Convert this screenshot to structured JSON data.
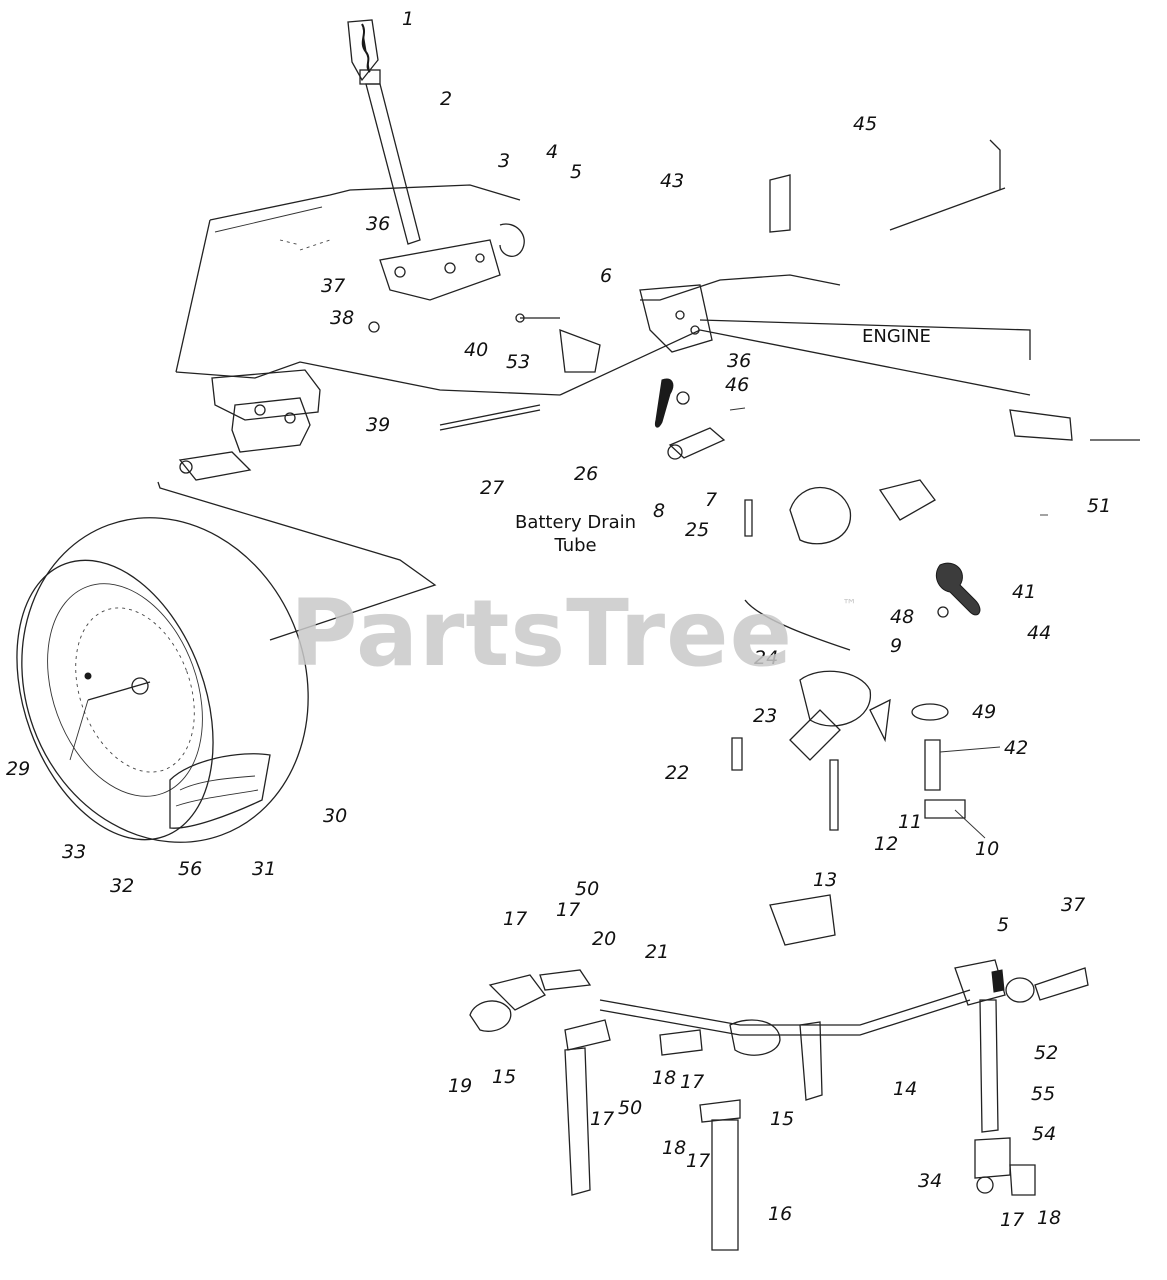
{
  "watermark": {
    "text": "PartsTree",
    "tm": "™"
  },
  "labels": {
    "engine": "ENGINE",
    "battery_drain_tube": "Battery Drain\nTube"
  },
  "callouts": [
    {
      "n": "1"
    },
    {
      "n": "2"
    },
    {
      "n": "3"
    },
    {
      "n": "4"
    },
    {
      "n": "5"
    },
    {
      "n": "45"
    },
    {
      "n": "43"
    },
    {
      "n": "36"
    },
    {
      "n": "37"
    },
    {
      "n": "6"
    },
    {
      "n": "38"
    },
    {
      "n": "40"
    },
    {
      "n": "53"
    },
    {
      "n": "36"
    },
    {
      "n": "46"
    },
    {
      "n": "39"
    },
    {
      "n": "26"
    },
    {
      "n": "27"
    },
    {
      "n": "8"
    },
    {
      "n": "7"
    },
    {
      "n": "25"
    },
    {
      "n": "51"
    },
    {
      "n": "41"
    },
    {
      "n": "48"
    },
    {
      "n": "44"
    },
    {
      "n": "9"
    },
    {
      "n": "24"
    },
    {
      "n": "23"
    },
    {
      "n": "49"
    },
    {
      "n": "42"
    },
    {
      "n": "22"
    },
    {
      "n": "29"
    },
    {
      "n": "30"
    },
    {
      "n": "11"
    },
    {
      "n": "12"
    },
    {
      "n": "10"
    },
    {
      "n": "33"
    },
    {
      "n": "56"
    },
    {
      "n": "31"
    },
    {
      "n": "32"
    },
    {
      "n": "13"
    },
    {
      "n": "50"
    },
    {
      "n": "17"
    },
    {
      "n": "17"
    },
    {
      "n": "20"
    },
    {
      "n": "21"
    },
    {
      "n": "5"
    },
    {
      "n": "37"
    },
    {
      "n": "52"
    },
    {
      "n": "19"
    },
    {
      "n": "15"
    },
    {
      "n": "18"
    },
    {
      "n": "17"
    },
    {
      "n": "14"
    },
    {
      "n": "55"
    },
    {
      "n": "17"
    },
    {
      "n": "50"
    },
    {
      "n": "15"
    },
    {
      "n": "54"
    },
    {
      "n": "18"
    },
    {
      "n": "17"
    },
    {
      "n": "34"
    },
    {
      "n": "16"
    },
    {
      "n": "17"
    },
    {
      "n": "18"
    }
  ]
}
